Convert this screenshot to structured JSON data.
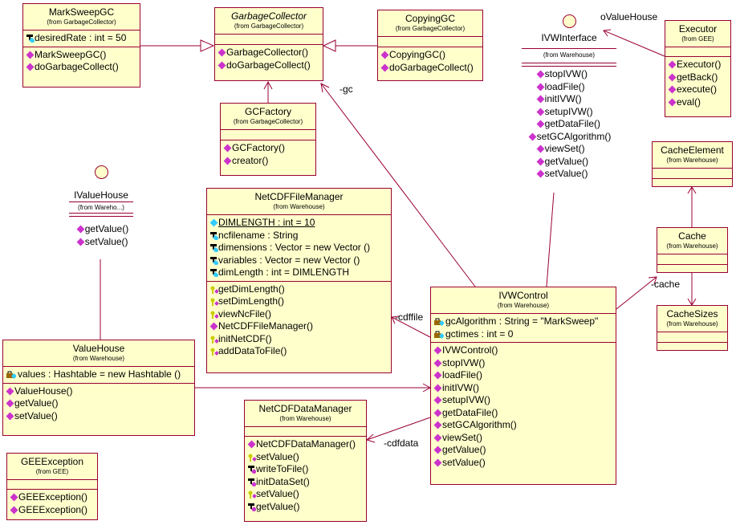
{
  "classes": {
    "marksweep": {
      "name": "MarkSweepGC",
      "package": "(from GarbageCollector)",
      "attributes": [
        "desiredRate : int = 50"
      ],
      "operations": [
        "MarkSweepGC()",
        "doGarbageCollect()"
      ]
    },
    "garbagecollector": {
      "name": "GarbageCollector",
      "package": "(from GarbageCollector)",
      "operations": [
        "GarbageCollector()",
        "doGarbageCollect()"
      ]
    },
    "copying": {
      "name": "CopyingGC",
      "package": "(from GarbageCollector)",
      "operations": [
        "CopyingGC()",
        "doGarbageCollect()"
      ]
    },
    "gcfactory": {
      "name": "GCFactory",
      "package": "(from GarbageCollector)",
      "operations": [
        "GCFactory()",
        "creator()"
      ]
    },
    "executor": {
      "name": "Executor",
      "package": "(from GEE)",
      "operations": [
        "Executor()",
        "getBack()",
        "execute()",
        "eval()"
      ]
    },
    "netcdffile": {
      "name": "NetCDFFileManager",
      "package": "(from Warehouse)",
      "attributes": [
        "DIMLENGTH : int = 10",
        "ncfilename : String",
        "dimensions : Vector = new Vector ()",
        "variables : Vector = new Vector ()",
        "dimLength : int = DIMLENGTH"
      ],
      "operations": [
        "getDimLength()",
        "setDimLength()",
        "viewNcFile()",
        "NetCDFFileManager()",
        "initNetCDF()",
        "addDataToFile()"
      ]
    },
    "cacheelement": {
      "name": "CacheElement",
      "package": "(from Warehouse)"
    },
    "cache": {
      "name": "Cache",
      "package": "(from Warehouse)"
    },
    "cachesizes": {
      "name": "CacheSizes",
      "package": "(from Warehouse)"
    },
    "ivwcontrol": {
      "name": "IVWControl",
      "package": "(from Warehouse)",
      "attributes": [
        "gcAlgorithm : String = \"MarkSweep\"",
        "gctimes : int = 0"
      ],
      "operations": [
        "IVWControl()",
        "stopIVW()",
        "loadFile()",
        "initIVW()",
        "setupIVW()",
        "getDataFile()",
        "setGCAlgorithm()",
        "viewSet()",
        "getValue()",
        "setValue()"
      ]
    },
    "valuehouse": {
      "name": "ValueHouse",
      "package": "(from Warehouse)",
      "attributes": [
        "values : Hashtable = new Hashtable ()"
      ],
      "operations": [
        "ValueHouse()",
        "getValue()",
        "setValue()"
      ]
    },
    "netcdfdata": {
      "name": "NetCDFDataManager",
      "package": "(from Warehouse)",
      "operations": [
        "NetCDFDataManager()",
        "setValue()",
        "writeToFile()",
        "initDataSet()",
        "setValue()",
        "getValue()"
      ]
    },
    "geeexception": {
      "name": "GEEException",
      "package": "(from GEE)",
      "operations": [
        "GEEException()",
        "GEEException()"
      ]
    }
  },
  "interfaces": {
    "ivwinterface": {
      "name": "IVWInterface",
      "package": "(from Warehouse)",
      "operations": [
        "stopIVW()",
        "loadFile()",
        "initIVW()",
        "setupIVW()",
        "getDataFile()",
        "setGCAlgorithm()",
        "viewSet()",
        "getValue()",
        "setValue()"
      ]
    },
    "ivaluehouse": {
      "name": "IValueHouse",
      "package": "(from Wareho...)",
      "operations": [
        "getValue()",
        "setValue()"
      ]
    }
  },
  "roles": {
    "gc": "-gc",
    "cdffile": "-cdffile",
    "cdfdata": "-cdfdata",
    "cache": "-cache",
    "ovaluehouse": "oValueHouse"
  },
  "colors": {
    "fill": "#ffffcc",
    "border": "#990033",
    "operation": "#cc33cc",
    "attribute": "#33ccff"
  }
}
